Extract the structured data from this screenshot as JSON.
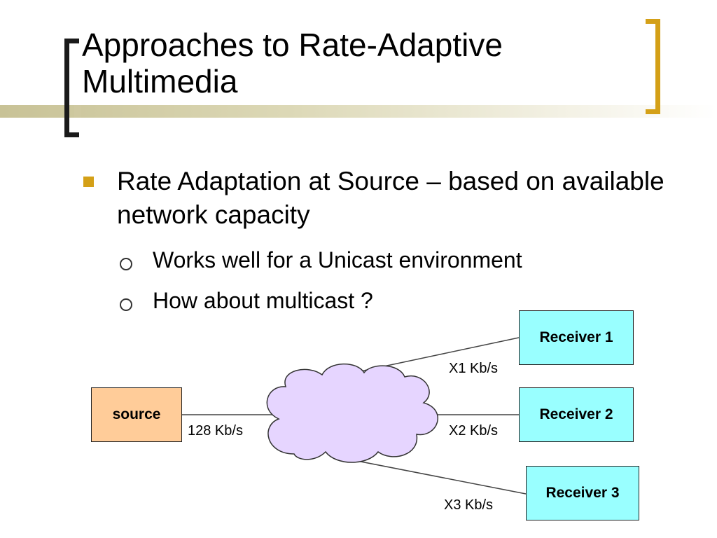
{
  "slide": {
    "title_line1": "Approaches to Rate-Adaptive",
    "title_line2": "Multimedia",
    "bullet": "Rate Adaptation at Source – based on available network capacity",
    "sub_bullets": [
      "Works well for a Unicast environment",
      "How about multicast ?"
    ]
  },
  "diagram": {
    "source_label": "source",
    "receivers": [
      "Receiver 1",
      "Receiver 2",
      "Receiver 3"
    ],
    "rates": {
      "source": "128 Kb/s",
      "r1": "X1 Kb/s",
      "r2": "X2 Kb/s",
      "r3": "X3 Kb/s"
    },
    "colors": {
      "source_fill": "#ffcc99",
      "receiver_fill": "#99ffff",
      "cloud_fill": "#e6d5ff",
      "accent": "#d4a017"
    }
  }
}
